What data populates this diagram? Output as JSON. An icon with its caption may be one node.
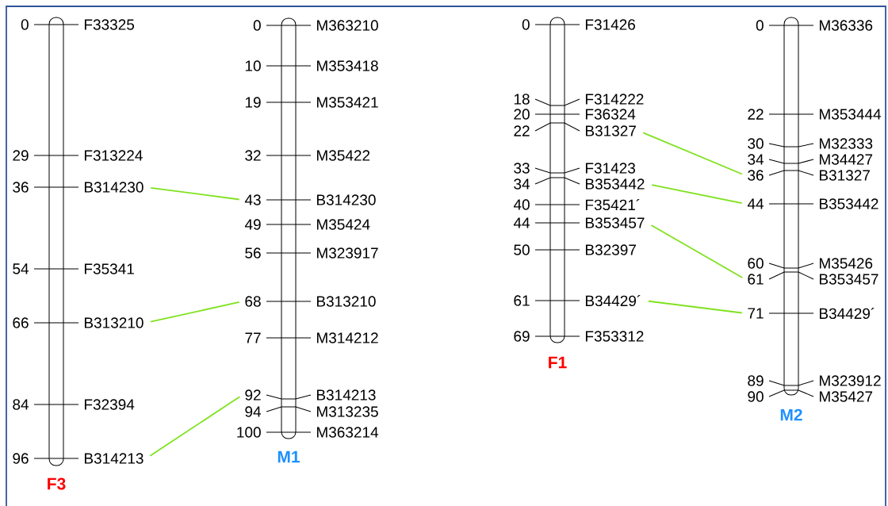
{
  "diagram": {
    "nodes": [
      {
        "text": [
          "F3"
        ]
      },
      {
        "text": [
          "0",
          "F33325"
        ]
      },
      {
        "text": [
          "29",
          "F313224"
        ]
      },
      {
        "text": [
          "36",
          "B314230"
        ]
      },
      {
        "text": [
          "54",
          "F35341"
        ]
      },
      {
        "text": [
          "66",
          "B313210"
        ]
      },
      {
        "text": [
          "84",
          "F32394"
        ]
      },
      {
        "text": [
          "96",
          "B314213"
        ]
      },
      {
        "text": [
          "M1"
        ]
      },
      {
        "text": [
          "0",
          "M363210"
        ]
      },
      {
        "text": [
          "10",
          "M353418"
        ]
      },
      {
        "text": [
          "19",
          "M353421"
        ]
      },
      {
        "text": [
          "32",
          "M35422"
        ]
      },
      {
        "text": [
          "43",
          "B314230"
        ]
      },
      {
        "text": [
          "49",
          "M35424"
        ]
      },
      {
        "text": [
          "56",
          "M323917"
        ]
      },
      {
        "text": [
          "68",
          "B313210"
        ]
      },
      {
        "text": [
          "77",
          "M314212"
        ]
      },
      {
        "text": [
          "92",
          "B314213"
        ]
      },
      {
        "text": [
          "94",
          "M313235"
        ]
      },
      {
        "text": [
          "100",
          "M363214"
        ]
      },
      {
        "text": [
          "F1"
        ]
      },
      {
        "text": [
          "0",
          "F31426"
        ]
      },
      {
        "text": [
          "18",
          "F314222"
        ]
      },
      {
        "text": [
          "20",
          "F36324"
        ]
      },
      {
        "text": [
          "22",
          "B31327"
        ]
      },
      {
        "text": [
          "33",
          "F31423"
        ]
      },
      {
        "text": [
          "34",
          "B353442"
        ]
      },
      {
        "text": [
          "40",
          "F35421´"
        ]
      },
      {
        "text": [
          "44",
          "B353457"
        ]
      },
      {
        "text": [
          "50",
          "B32397"
        ]
      },
      {
        "text": [
          "61",
          "B34429´"
        ]
      },
      {
        "text": [
          "69",
          "F353312"
        ]
      },
      {
        "text": [
          "M2"
        ]
      },
      {
        "text": [
          "0",
          "M36336"
        ]
      },
      {
        "text": [
          "22",
          "M353444"
        ]
      },
      {
        "text": [
          "30",
          "M32333"
        ]
      },
      {
        "text": [
          "34",
          "M34427"
        ]
      },
      {
        "text": [
          "36",
          "B31327"
        ]
      },
      {
        "text": [
          "44",
          "B353442"
        ]
      },
      {
        "text": [
          "60",
          "M35426"
        ]
      },
      {
        "text": [
          "61",
          "B353457"
        ]
      },
      {
        "text": [
          "71",
          "B34429´"
        ]
      },
      {
        "text": [
          "89",
          "M323912"
        ]
      },
      {
        "text": [
          "90",
          "M35427"
        ]
      }
    ],
    "edges": [
      {
        "from": 3,
        "to": 13,
        "arrow": "none"
      },
      {
        "from": 5,
        "to": 16,
        "arrow": "none"
      },
      {
        "from": 7,
        "to": 18,
        "arrow": "none"
      },
      {
        "from": 25,
        "to": 38,
        "arrow": "none"
      },
      {
        "from": 27,
        "to": 39,
        "arrow": "none"
      },
      {
        "from": 29,
        "to": 41,
        "arrow": "none"
      },
      {
        "from": 31,
        "to": 42,
        "arrow": "none"
      }
    ]
  }
}
